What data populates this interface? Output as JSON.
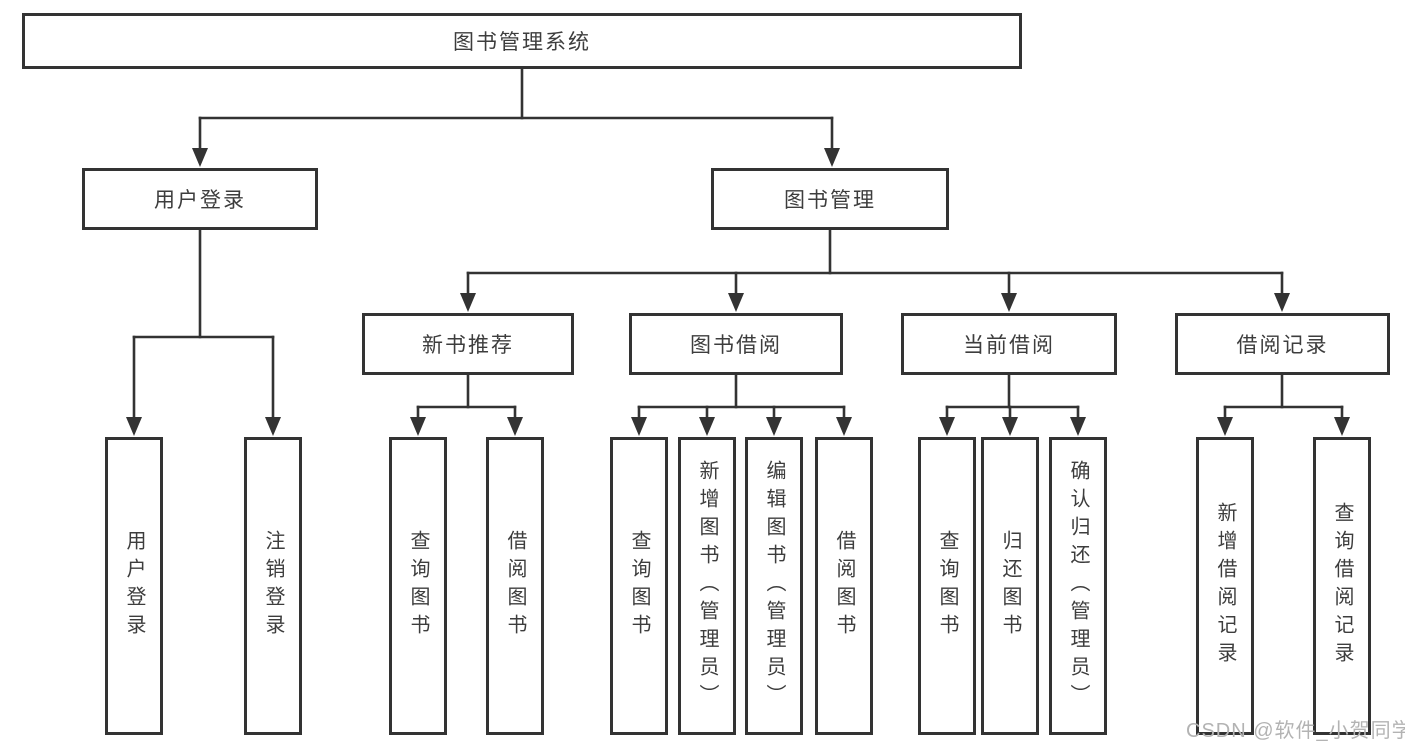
{
  "diagram": {
    "title": "图书管理系统",
    "level2": [
      {
        "label": "用户登录"
      },
      {
        "label": "图书管理"
      }
    ],
    "level3": [
      {
        "label": "新书推荐"
      },
      {
        "label": "图书借阅"
      },
      {
        "label": "当前借阅"
      },
      {
        "label": "借阅记录"
      }
    ],
    "leaves": {
      "user_login": [
        "用户登录",
        "注销登录"
      ],
      "new_book": [
        "查询图书",
        "借阅图书"
      ],
      "book_borrow": [
        "查询图书",
        "新增图书（管理员）",
        "编辑图书（管理员）",
        "借阅图书"
      ],
      "current_borrow": [
        "查询图书",
        "归还图书",
        "确认归还（管理员）"
      ],
      "borrow_record": [
        "新增借阅记录",
        "查询借阅记录"
      ]
    },
    "colors": {
      "line": "#333333",
      "box_border": "#333333",
      "text": "#3d3d3d",
      "watermark": "#b3b3b3",
      "background": "#ffffff"
    },
    "watermark": "CSDN @软件_小贺同学"
  }
}
